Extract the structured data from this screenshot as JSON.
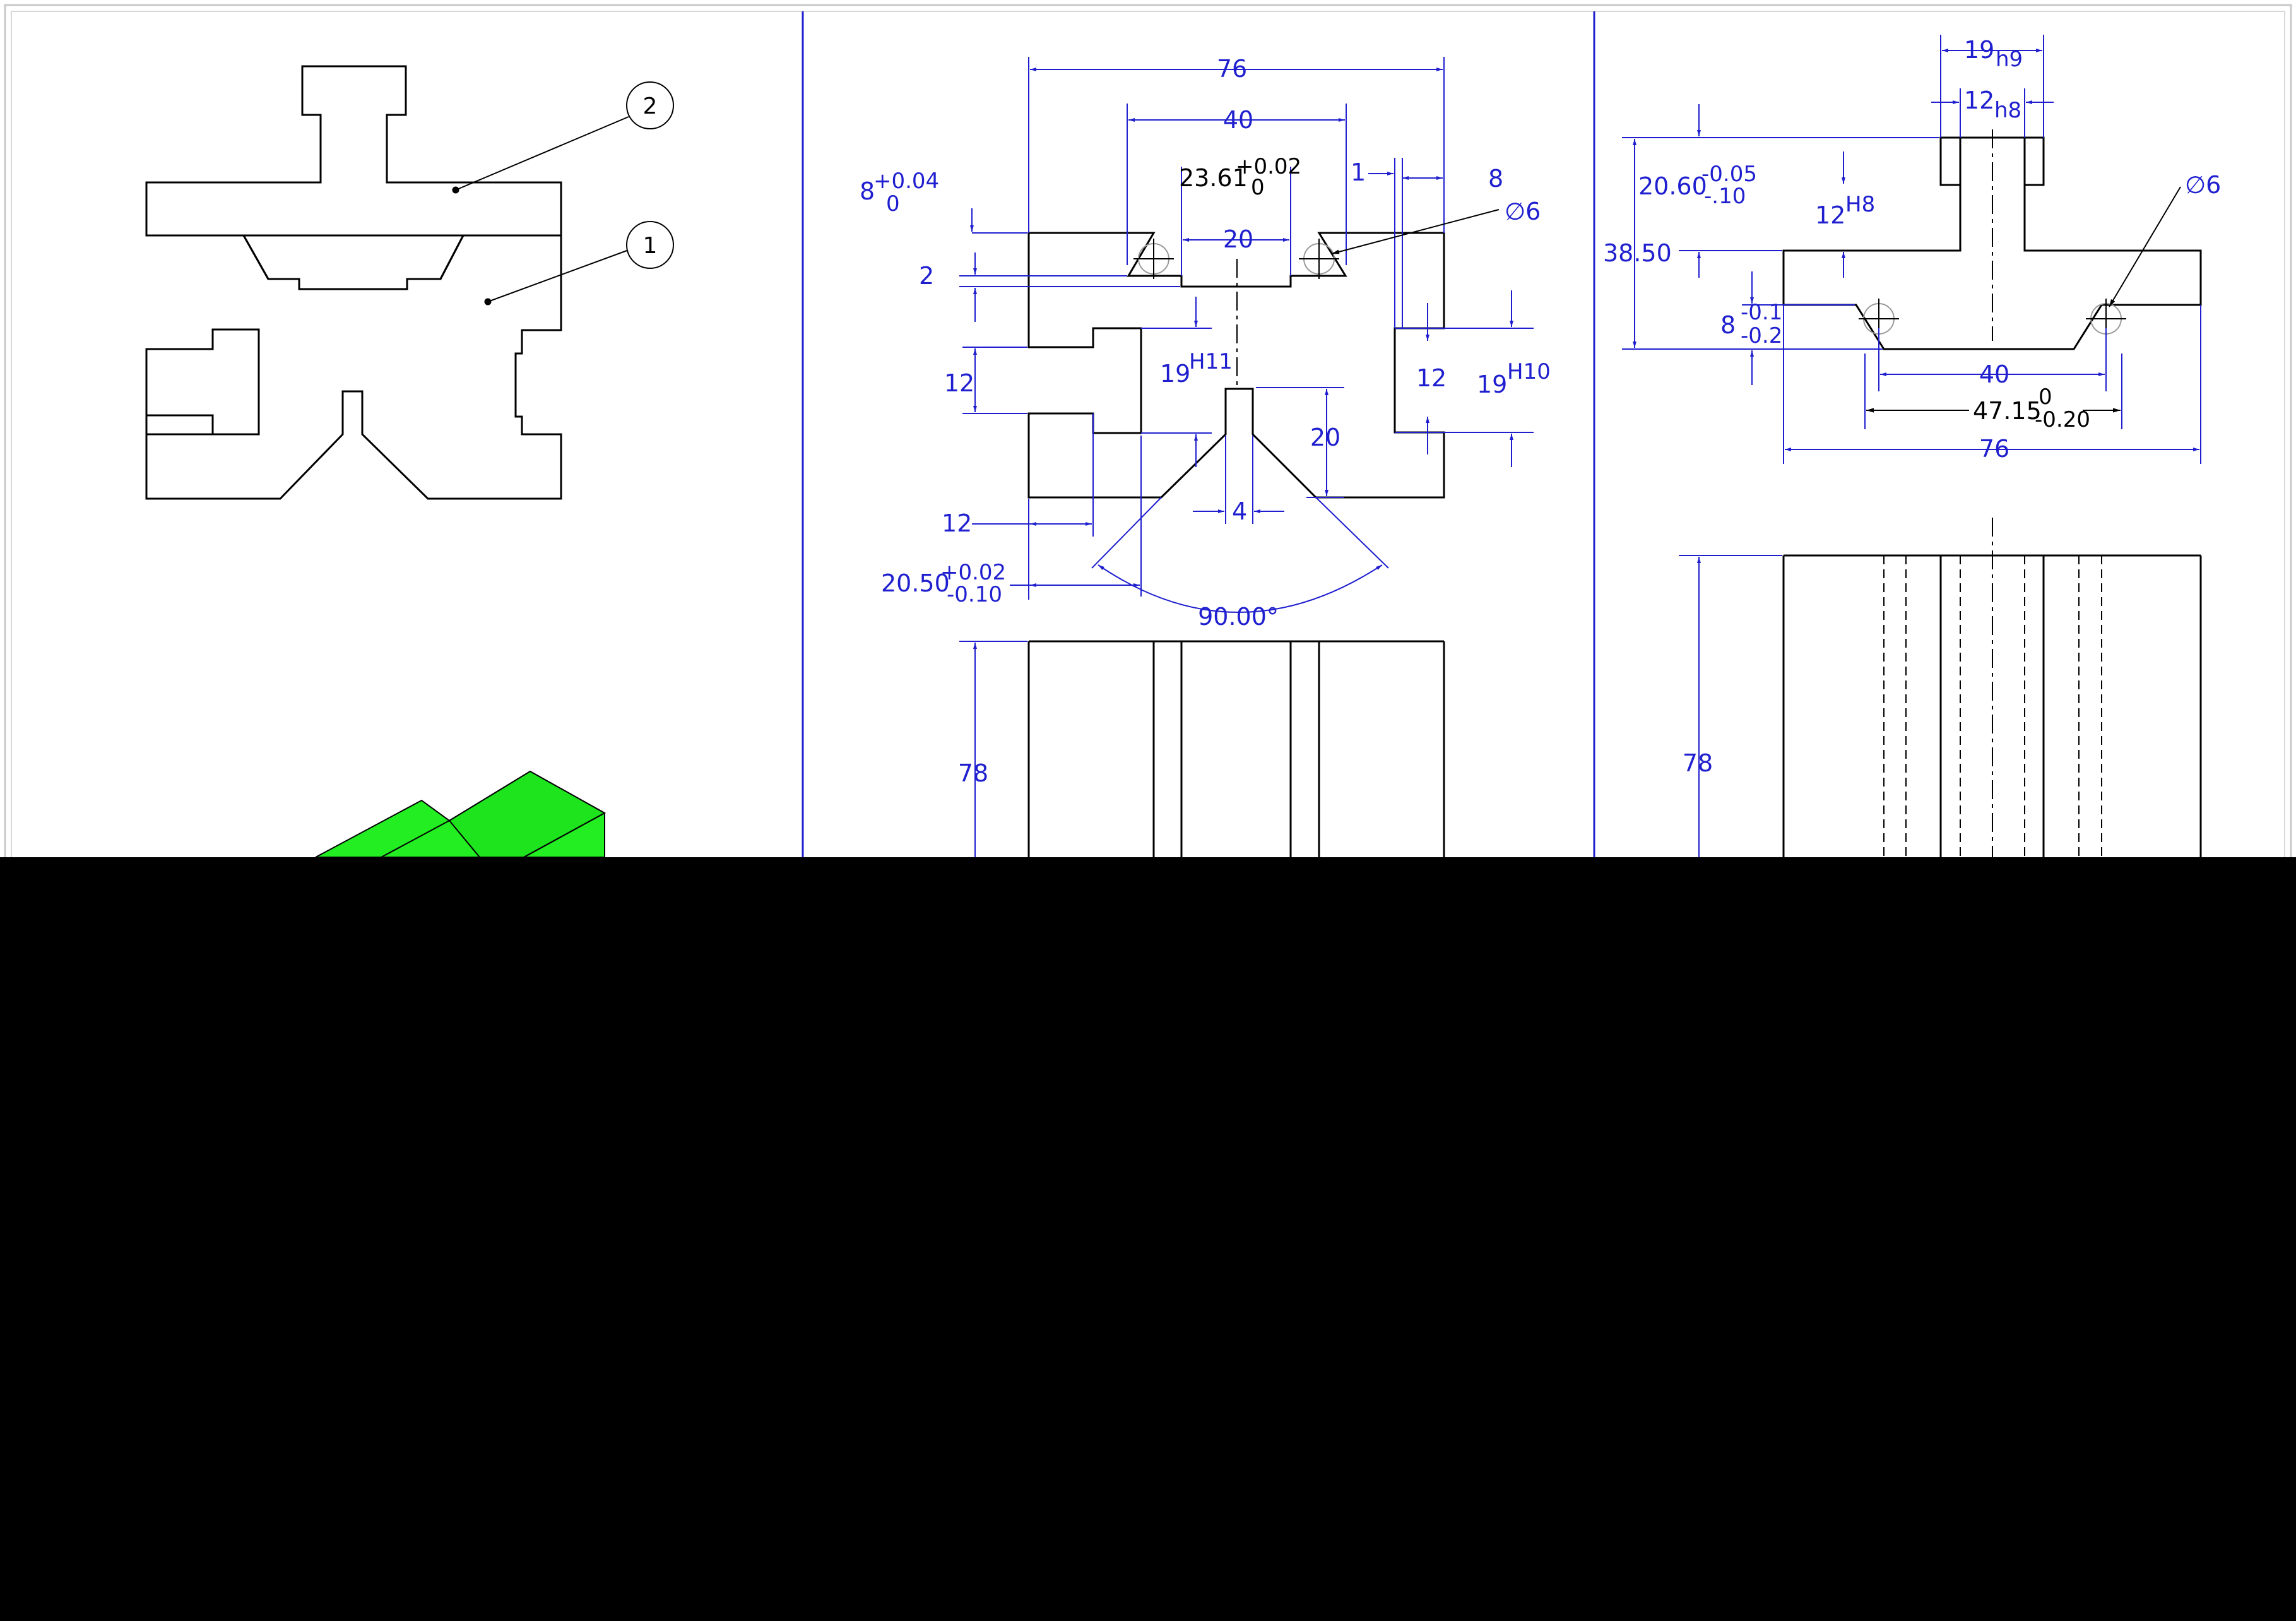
{
  "colors": {
    "outline": "#000000",
    "dimension": "#1f1fcf",
    "iso_part": "#22ee22",
    "sheet": "#ffffff",
    "panel_divider": "#1f1fcf"
  },
  "assembly_view": {
    "balloons": [
      "2",
      "1"
    ]
  },
  "front_view_base": {
    "dims": {
      "width_total": "76",
      "width_40": "40",
      "dim_23_61": "23.61",
      "dim_23_61_upper": "+0.02",
      "dim_23_61_lower": "0",
      "dim_1": "1",
      "dim_8": "8",
      "dim_8_top": "8",
      "dim_8_top_upper": "+0.04",
      "dim_8_top_lower": "0",
      "dim_phi6": "∅6",
      "dim_20_center": "20",
      "dim_2": "2",
      "dim_12_left": "12",
      "dim_19": "19",
      "dim_19_fit": "H11",
      "dim_12_right": "12",
      "dim_19_right": "19",
      "dim_19_right_fit": "H10",
      "dim_20_vertical": "20",
      "dim_4": "4",
      "dim_12_bottom": "12",
      "dim_20_50": "20.50",
      "dim_20_50_upper": "+0.02",
      "dim_20_50_lower": "-0.10",
      "angle": "90.00°",
      "length_78": "78"
    }
  },
  "front_view_slide": {
    "dims": {
      "dim_19_top": "19",
      "dim_19_top_fit": "h9",
      "dim_12_top": "12",
      "dim_12_top_fit": "h8",
      "dim_20_60": "20.60",
      "dim_20_60_upper": "-0.05",
      "dim_20_60_lower": "-.10",
      "dim_12_h8": "12",
      "dim_12_h8_fit": "H8",
      "dim_38_50": "38.50",
      "dim_phi6": "∅6",
      "dim_8": "8",
      "dim_8_upper": "-0.1",
      "dim_8_lower": "-0.2",
      "dim_40": "40",
      "dim_47_15": "47.15",
      "dim_47_15_upper": "0",
      "dim_47_15_lower": "-0.20",
      "dim_76": "76",
      "length_78": "78"
    }
  }
}
